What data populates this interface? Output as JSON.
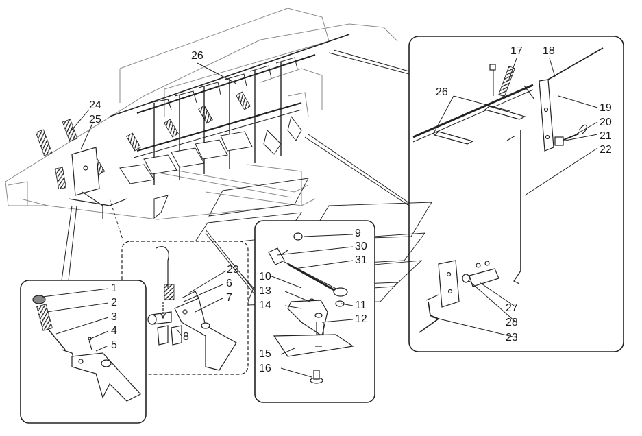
{
  "diagram": {
    "callouts": [
      {
        "id": "c26a",
        "label": "26"
      },
      {
        "id": "c24",
        "label": "24"
      },
      {
        "id": "c25",
        "label": "25"
      },
      {
        "id": "c17",
        "label": "17"
      },
      {
        "id": "c18",
        "label": "18"
      },
      {
        "id": "c26b",
        "label": "26"
      },
      {
        "id": "c19",
        "label": "19"
      },
      {
        "id": "c20",
        "label": "20"
      },
      {
        "id": "c21",
        "label": "21"
      },
      {
        "id": "c22",
        "label": "22"
      },
      {
        "id": "c9",
        "label": "9"
      },
      {
        "id": "c30",
        "label": "30"
      },
      {
        "id": "c31",
        "label": "31"
      },
      {
        "id": "c29",
        "label": "29"
      },
      {
        "id": "c10",
        "label": "10"
      },
      {
        "id": "c13",
        "label": "13"
      },
      {
        "id": "c14",
        "label": "14"
      },
      {
        "id": "c11",
        "label": "11"
      },
      {
        "id": "c12",
        "label": "12"
      },
      {
        "id": "c15",
        "label": "15"
      },
      {
        "id": "c16",
        "label": "16"
      },
      {
        "id": "c6",
        "label": "6"
      },
      {
        "id": "c7",
        "label": "7"
      },
      {
        "id": "c8",
        "label": "8"
      },
      {
        "id": "c1",
        "label": "1"
      },
      {
        "id": "c2",
        "label": "2"
      },
      {
        "id": "c3",
        "label": "3"
      },
      {
        "id": "c4",
        "label": "4"
      },
      {
        "id": "c5",
        "label": "5"
      },
      {
        "id": "c27",
        "label": "27"
      },
      {
        "id": "c28",
        "label": "28"
      },
      {
        "id": "c23",
        "label": "23"
      }
    ]
  }
}
